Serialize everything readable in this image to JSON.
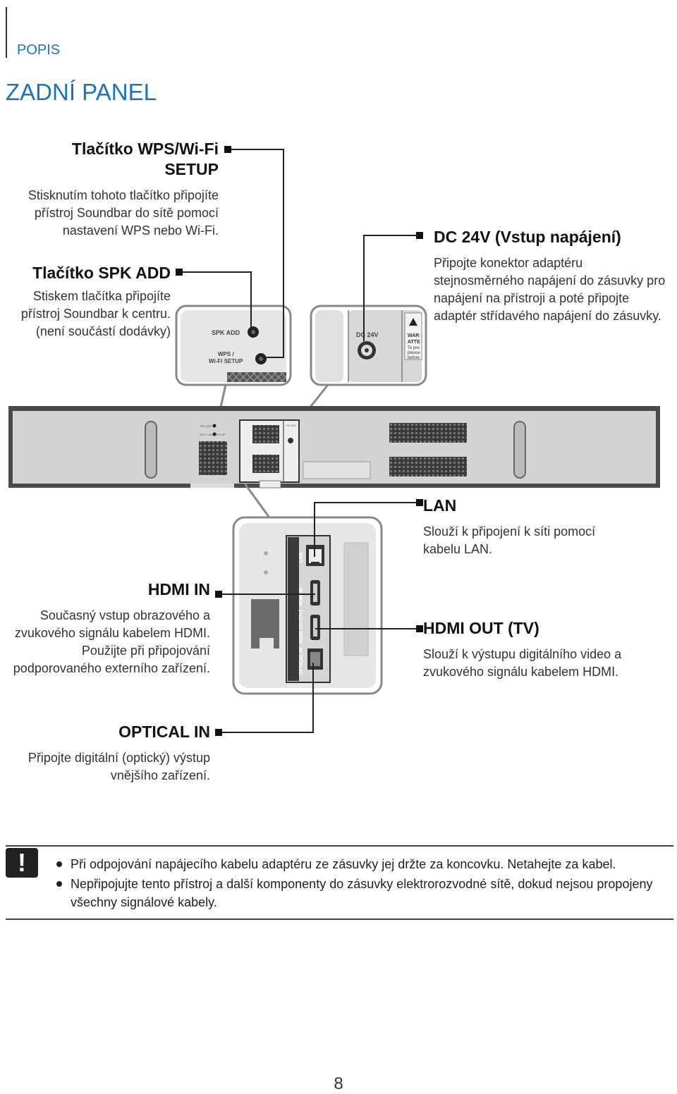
{
  "header": {
    "section": "POPIS",
    "title": "ZADNÍ PANEL"
  },
  "callouts": {
    "wps": {
      "title": "Tlačítko WPS/Wi-Fi SETUP",
      "text": "Stisknutím tohoto tlačítko připojíte přístroj Soundbar do sítě pomocí nastavení WPS nebo Wi-Fi."
    },
    "spk": {
      "title": "Tlačítko SPK ADD",
      "text": "Stiskem tlačítka připojíte přístroj Soundbar k centru. (není součástí dodávky)"
    },
    "dc": {
      "title": "DC 24V (Vstup napájení)",
      "text": "Připojte konektor adaptéru stejnosměrného napájení do zásuvky pro napájení na přístroji a poté připojte adaptér střídavého napájení do zásuvky."
    },
    "lan": {
      "title": "LAN",
      "text": "Slouží k připojení k síti pomocí kabelu LAN."
    },
    "hdmi_in": {
      "title": "HDMI IN",
      "text": "Současný vstup obrazového a zvukového signálu kabelem HDMI. Použijte při připojování podporovaného externího zařízení."
    },
    "hdmi_out": {
      "title": "HDMI OUT (TV)",
      "text": "Slouží k výstupu digitálního video a zvukového signálu kabelem HDMI."
    },
    "optical": {
      "title": "OPTICAL IN",
      "text": "Připojte digitální (optický) výstup vnějšího zařízení."
    }
  },
  "device_labels": {
    "spk_add": "SPK ADD",
    "wps_line1": "WPS /",
    "wps_line2": "Wi-Fi SETUP",
    "dc": "DC 24V",
    "warn1": "WAR",
    "warn2": "ATTE",
    "warn3": "To pre",
    "warn4": "please",
    "warn5": "before",
    "lan": "LAN",
    "hdmi_in": "HDMI IN",
    "hdmi_out": "HDMI OUT(TV)",
    "optical": "OPTICAL IN",
    "mini_spk": "SPK ADD",
    "mini_wps": "WPS / Wi-Fi SETUP",
    "mini_dc": "DC 24V"
  },
  "notes": {
    "icon": "!",
    "items": [
      "Při odpojování napájecího kabelu adaptéru ze zásuvky jej držte za koncovku. Netahejte za kabel.",
      "Nepřipojujte tento přístroj a další komponenty do zásuvky elektrorozvodné sítě, dokud nejsou propojeny všechny signálové kabely."
    ]
  },
  "page_number": "8"
}
